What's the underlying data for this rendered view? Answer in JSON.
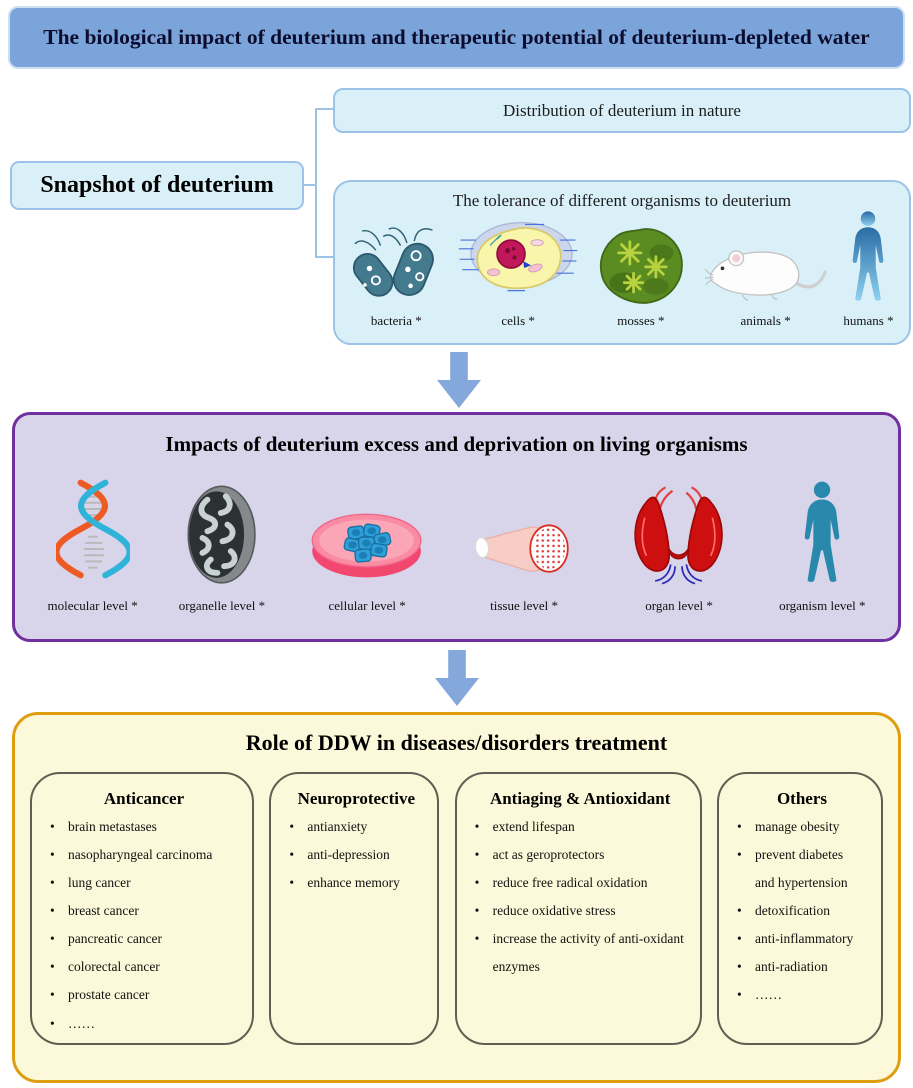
{
  "banner": {
    "title": "The biological impact of deuterium and therapeutic potential of deuterium-depleted water"
  },
  "snapshot": {
    "label": "Snapshot of deuterium",
    "distribution_title": "Distribution of deuterium in nature",
    "tolerance": {
      "title": "The tolerance of different organisms to deuterium",
      "organisms": [
        {
          "icon": "bacteria-icon",
          "label": "bacteria *"
        },
        {
          "icon": "cell-icon",
          "label": "cells *"
        },
        {
          "icon": "moss-icon",
          "label": "mosses *"
        },
        {
          "icon": "mouse-icon",
          "label": "animals *"
        },
        {
          "icon": "human-gradient-icon",
          "label": "humans *"
        }
      ]
    }
  },
  "impacts": {
    "title": "Impacts of deuterium excess and deprivation on living organisms",
    "levels": [
      {
        "icon": "dna-icon",
        "label": "molecular level *"
      },
      {
        "icon": "mitochondrion-icon",
        "label": "organelle level *"
      },
      {
        "icon": "petri-dish-icon",
        "label": "cellular level *"
      },
      {
        "icon": "muscle-tissue-icon",
        "label": "tissue level *"
      },
      {
        "icon": "thyroid-icon",
        "label": "organ level *"
      },
      {
        "icon": "human-silhouette-icon",
        "label": "organism level *"
      }
    ]
  },
  "treatment": {
    "title": "Role of DDW in diseases/disorders treatment",
    "columns": [
      {
        "title": "Anticancer",
        "items": [
          "brain metastases",
          "nasopharyngeal carcinoma",
          "lung cancer",
          "breast cancer",
          "pancreatic cancer",
          "colorectal cancer",
          "prostate cancer",
          "……"
        ]
      },
      {
        "title": "Neuroprotective",
        "items": [
          "antianxiety",
          "anti-depression",
          "enhance memory"
        ]
      },
      {
        "title": "Antiaging & Antioxidant",
        "items": [
          "extend lifespan",
          "act as geroprotectors",
          "reduce free radical oxidation",
          "reduce oxidative stress",
          "increase the activity of anti-oxidant enzymes"
        ]
      },
      {
        "title": "Others",
        "items": [
          "manage obesity",
          "prevent diabetes and hypertension",
          "detoxification",
          "anti-inflammatory",
          "anti-radiation",
          "……"
        ]
      }
    ]
  },
  "colors": {
    "banner_fill": "#7ba5da",
    "cyan_fill": "#daf0f9",
    "cyan_border": "#9cc3e7",
    "impacts_fill": "#d8d4e9",
    "impacts_border": "#7030a0",
    "treatment_fill": "#fbf9d9",
    "treatment_border": "#de9e10",
    "arrow": "#84a8dc"
  }
}
